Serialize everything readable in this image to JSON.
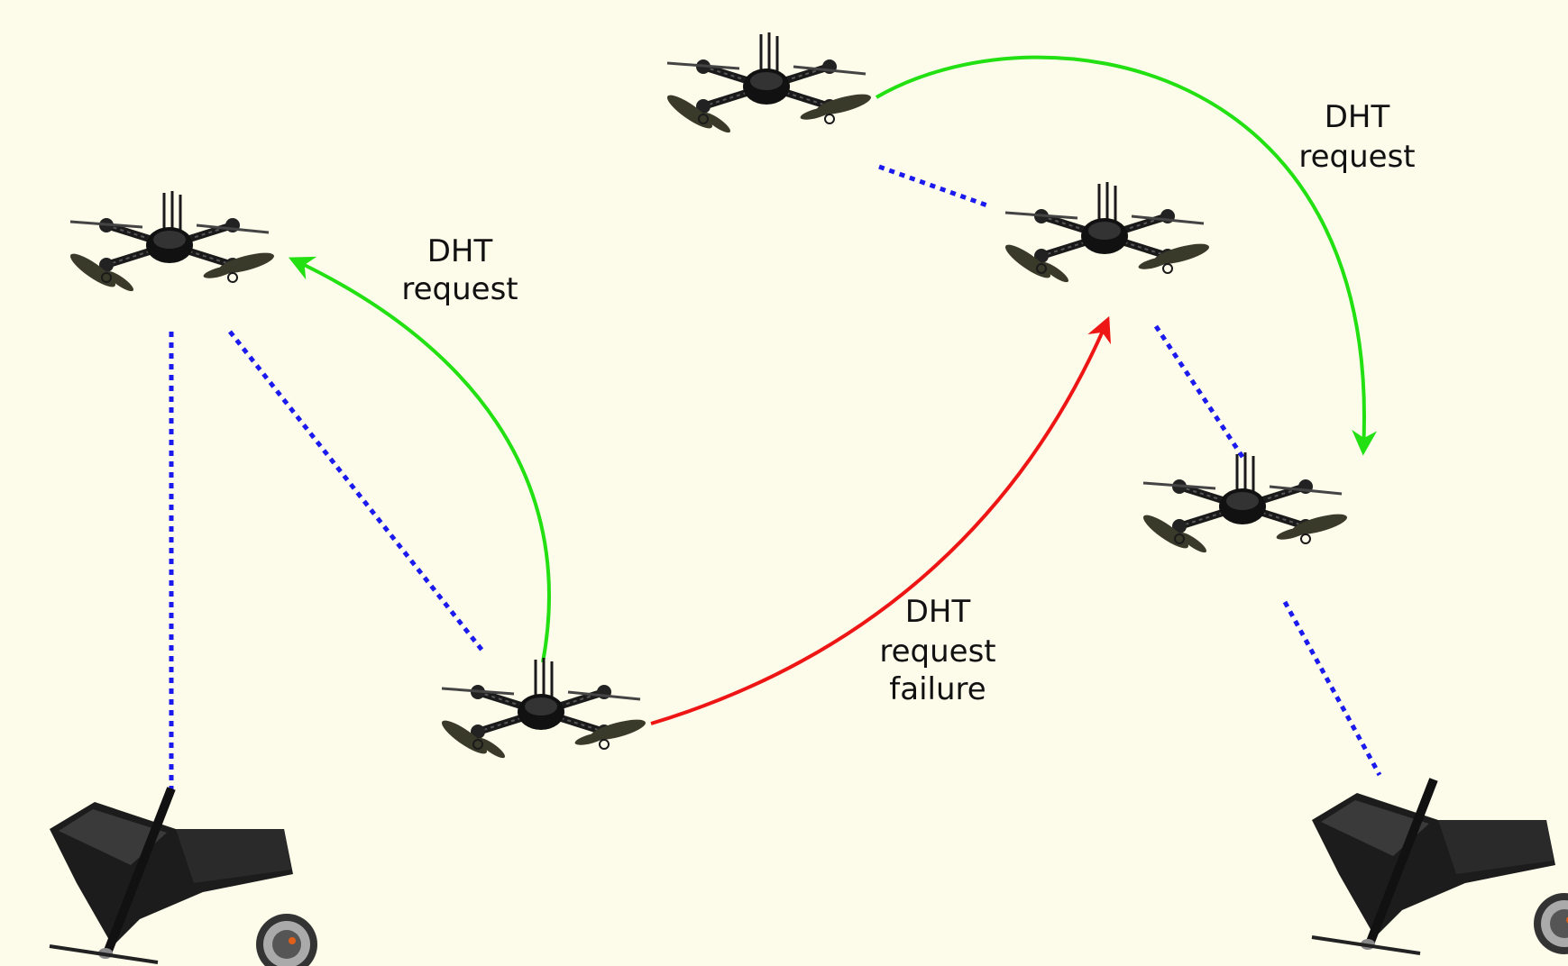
{
  "labels": {
    "top_right_line1": "DHT",
    "top_right_line2": "request",
    "left_line1": "DHT",
    "left_line2": "request",
    "middle_line1": "DHT",
    "middle_line2": "request",
    "middle_line3": "failure"
  },
  "colors": {
    "background": "#fdfbea",
    "success_arrow": "#22e012",
    "failure_arrow": "#ee1515",
    "link": "#1a1aee"
  },
  "icons": {
    "drone": "quadcopter-icon",
    "wing": "fixed-wing-drone-icon",
    "camera": "camera-icon"
  }
}
